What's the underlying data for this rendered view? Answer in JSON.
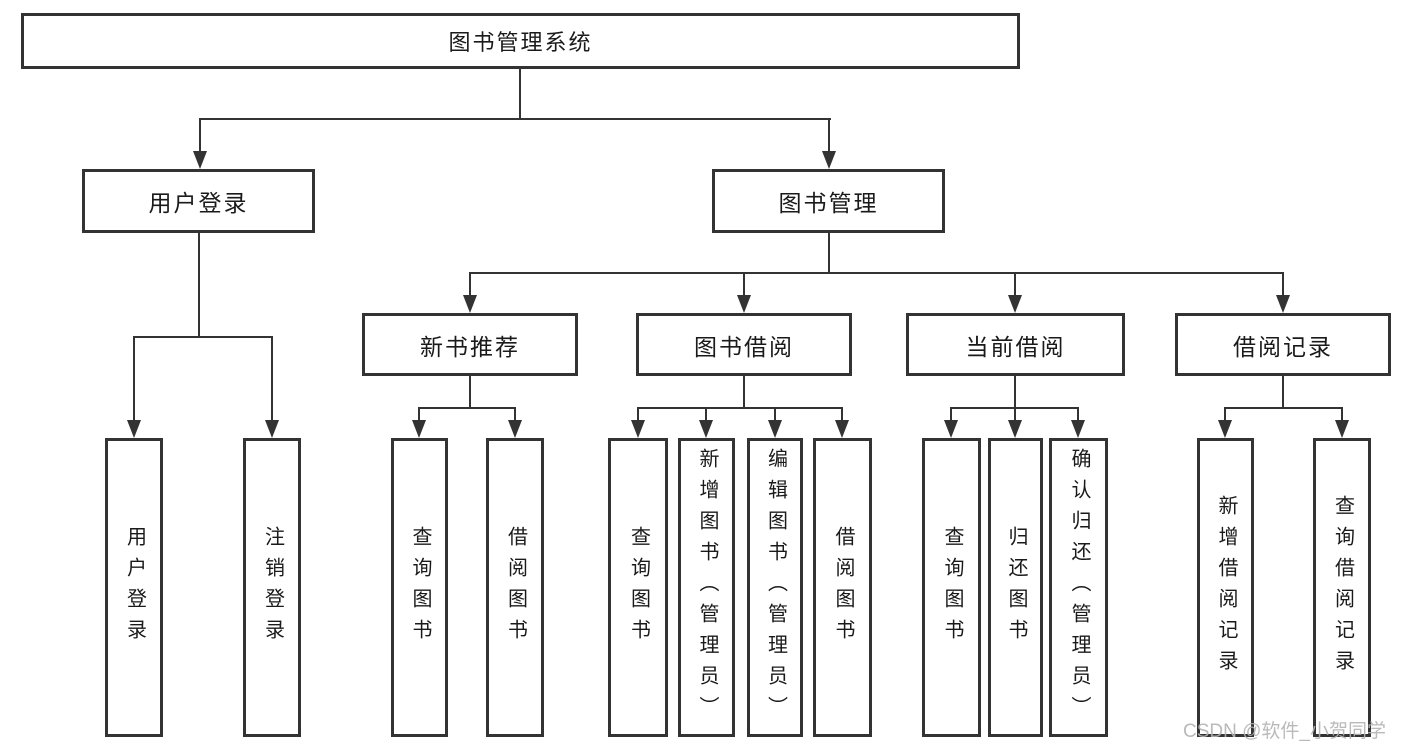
{
  "style": {
    "line_color": "#333333",
    "text_color": "#1a1a1a",
    "box_background": "#ffffff",
    "watermark_color": "#b3b3b3",
    "page_background": "#ffffff"
  },
  "watermark": {
    "text": "CSDN @软件_小贺同学"
  },
  "diagram": {
    "type": "hierarchy-tree",
    "root": {
      "label": "图书管理系统",
      "children": [
        {
          "label": "用户登录",
          "children": [
            {
              "label": "用户登录"
            },
            {
              "label": "注销登录"
            }
          ]
        },
        {
          "label": "图书管理",
          "children": [
            {
              "label": "新书推荐",
              "children": [
                {
                  "label": "查询图书"
                },
                {
                  "label": "借阅图书"
                }
              ]
            },
            {
              "label": "图书借阅",
              "children": [
                {
                  "label": "查询图书"
                },
                {
                  "label": "新增图书（管理员）"
                },
                {
                  "label": "编辑图书（管理员）"
                },
                {
                  "label": "借阅图书"
                }
              ]
            },
            {
              "label": "当前借阅",
              "children": [
                {
                  "label": "查询图书"
                },
                {
                  "label": "归还图书"
                },
                {
                  "label": "确认归还（管理员）"
                }
              ]
            },
            {
              "label": "借阅记录",
              "children": [
                {
                  "label": "新增借阅记录"
                },
                {
                  "label": "查询借阅记录"
                }
              ]
            }
          ]
        }
      ]
    }
  }
}
